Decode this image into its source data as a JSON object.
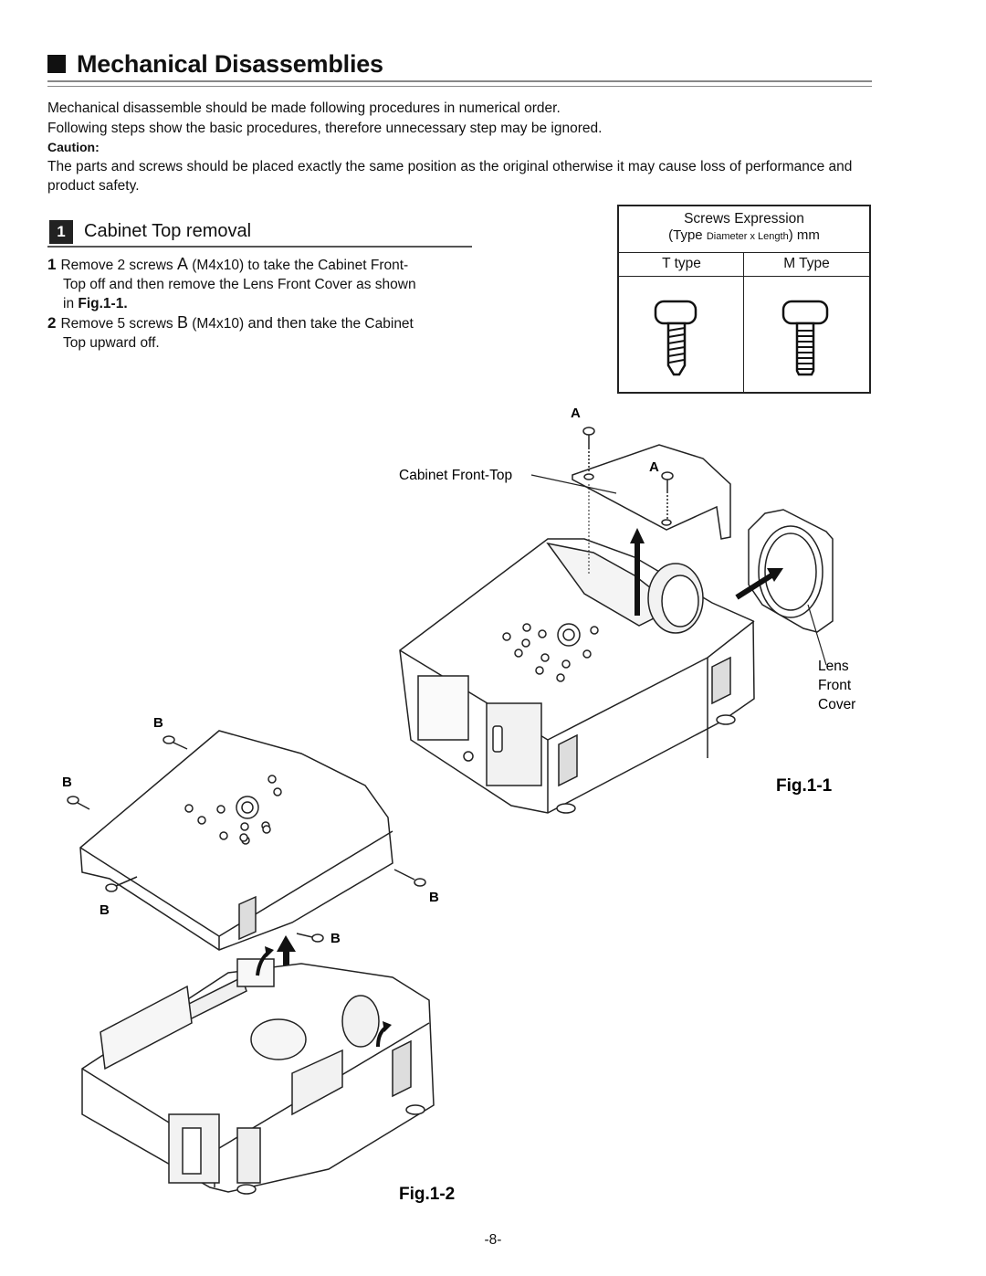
{
  "title": "Mechanical Disassemblies",
  "intro": {
    "line1": "Mechanical disassemble should be made following procedures in numerical order.",
    "line2": "Following steps show the basic procedures, therefore unnecessary step may be ignored.",
    "caution_label": "Caution:",
    "caution_text": "The parts and screws should be placed exactly the same position as the original otherwise it may cause loss of performance and product safety."
  },
  "section": {
    "number": "1",
    "title": "Cabinet Top removal",
    "steps": [
      {
        "num": "1",
        "a": "Remove 2 screws ",
        "letter": "A",
        "b": " (M4x10) to take the Cabinet Front-",
        "c": "Top off and then remove the Lens Front Cover as shown",
        "d": "in ",
        "fig": "Fig.1-1."
      },
      {
        "num": "2",
        "a": "Remove 5 screws ",
        "letter": "B",
        "b": " (M4x10) ",
        "and_then": "and then",
        "c": " take the Cabinet",
        "d": "Top upward off."
      }
    ]
  },
  "screws_table": {
    "heading": "Screws Expression",
    "sub_open": "(Type ",
    "sub_small": "Diameter x Length",
    "sub_close": ") mm",
    "col_t": "T type",
    "col_m": "M Type"
  },
  "figure": {
    "screw_a": "A",
    "screw_b": "B",
    "cabinet_front_top": "Cabinet Front-Top",
    "lens_front_cover": [
      "Lens",
      "Front",
      "Cover"
    ],
    "fig1_1": "Fig.1-1",
    "fig1_2": "Fig.1-2"
  },
  "page_number": "-8-"
}
